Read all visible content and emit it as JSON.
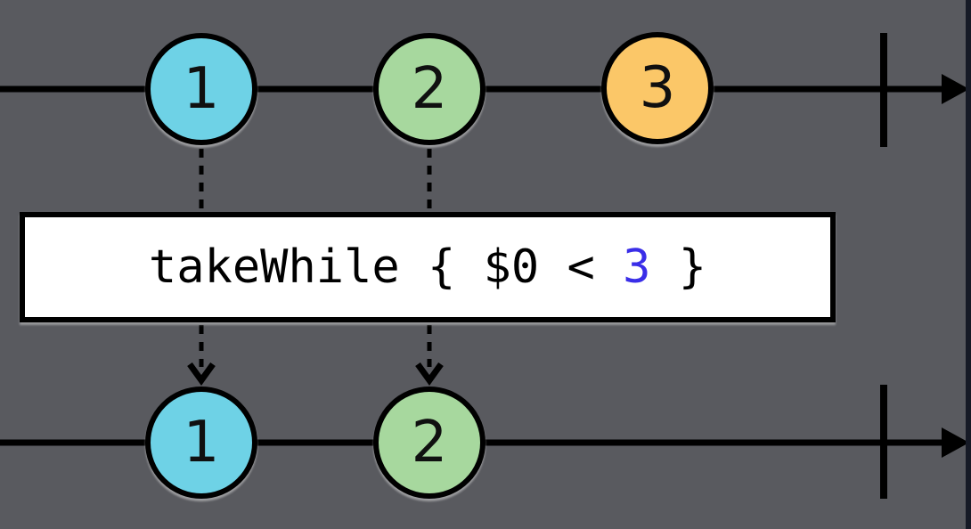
{
  "diagram": {
    "operator": {
      "prefix": "takeWhile { $0 < ",
      "argument": "3",
      "suffix": " }",
      "argument_color": "#3a2ee8"
    },
    "input_stream": {
      "events": [
        {
          "value": "1",
          "color": "#6ed2e6"
        },
        {
          "value": "2",
          "color": "#a7d89e"
        },
        {
          "value": "3",
          "color": "#fbc768"
        }
      ],
      "completed": true
    },
    "output_stream": {
      "events": [
        {
          "value": "1",
          "color": "#6ed2e6"
        },
        {
          "value": "2",
          "color": "#a7d89e"
        }
      ],
      "completed": true
    }
  },
  "colors": {
    "background": "#595a5f",
    "line": "#000000",
    "operator_box_background": "#ffffff",
    "window_edge_strip": "#161a26"
  }
}
